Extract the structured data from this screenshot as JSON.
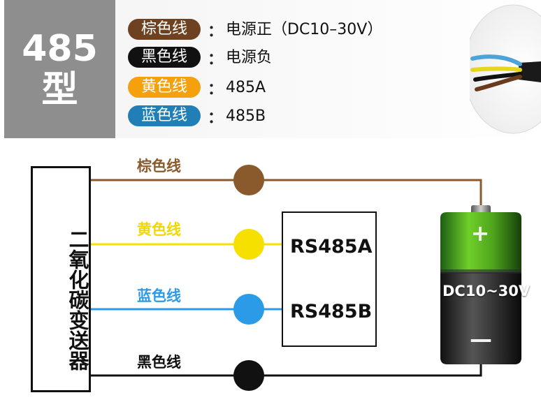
{
  "legend": {
    "model_number": "485",
    "model_suffix": "型",
    "colon": "：",
    "wires": [
      {
        "label": "棕色线",
        "meaning": "电源正（DC10–30V）",
        "color": "#7a4a22"
      },
      {
        "label": "黑色线",
        "meaning": "电源负",
        "color": "#111111"
      },
      {
        "label": "黄色线",
        "meaning": "485A",
        "color": "#f5a00d"
      },
      {
        "label": "蓝色线",
        "meaning": "485B",
        "color": "#1f7fb6"
      }
    ]
  },
  "diagram": {
    "sensor_label": "二氧化碳变送器",
    "rs_a": "RS485A",
    "rs_b": "RS485B",
    "battery_label": "DC10~30V",
    "battery_plus": "+",
    "battery_minus": "—",
    "wires": [
      {
        "label": "棕色线",
        "color": "#8a5a2c"
      },
      {
        "label": "黄色线",
        "color": "#f5e000"
      },
      {
        "label": "蓝色线",
        "color": "#2b9be8"
      },
      {
        "label": "黑色线",
        "color": "#111111"
      }
    ]
  }
}
